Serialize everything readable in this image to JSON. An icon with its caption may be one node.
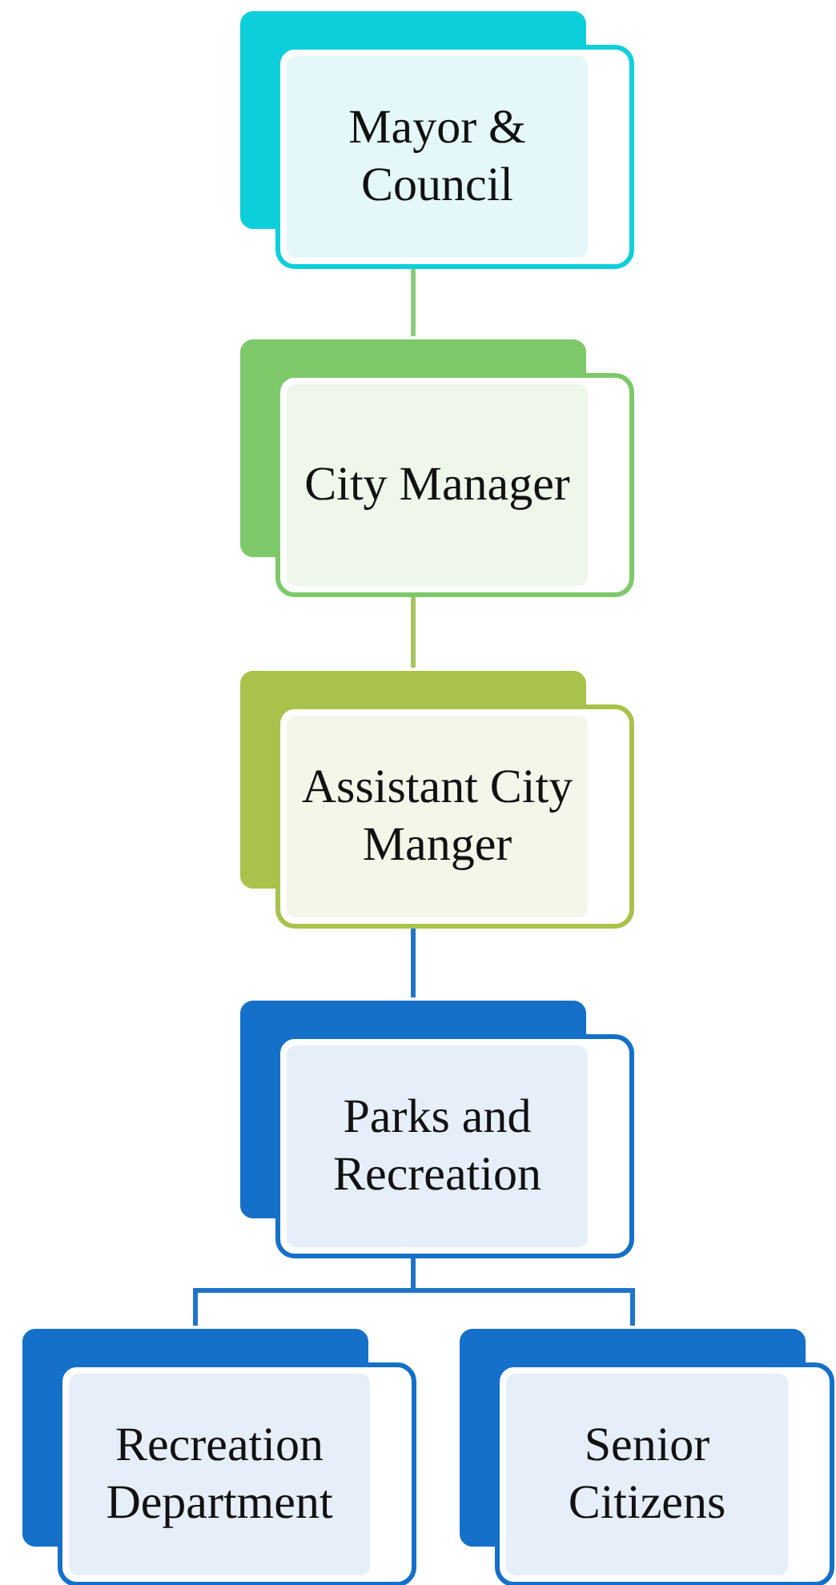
{
  "diagram": {
    "nodes": [
      {
        "text": [
          "Mayor & Council"
        ]
      },
      {
        "text": [
          "City Manager"
        ]
      },
      {
        "text": [
          "Assistant City Manger"
        ]
      },
      {
        "text": [
          "Parks and Recreation"
        ]
      },
      {
        "text": [
          "Recreation Department"
        ]
      },
      {
        "text": [
          "Senior Citizens"
        ]
      }
    ],
    "edges": [
      {
        "from": 0,
        "to": 1,
        "arrow": "none",
        "color": "#8fcb7c"
      },
      {
        "from": 1,
        "to": 2,
        "arrow": "none",
        "color": "#a9c35e"
      },
      {
        "from": 2,
        "to": 3,
        "arrow": "none"
      },
      {
        "from": 3,
        "to": 4,
        "arrow": "none"
      },
      {
        "from": 3,
        "to": 5,
        "arrow": "none"
      }
    ]
  }
}
